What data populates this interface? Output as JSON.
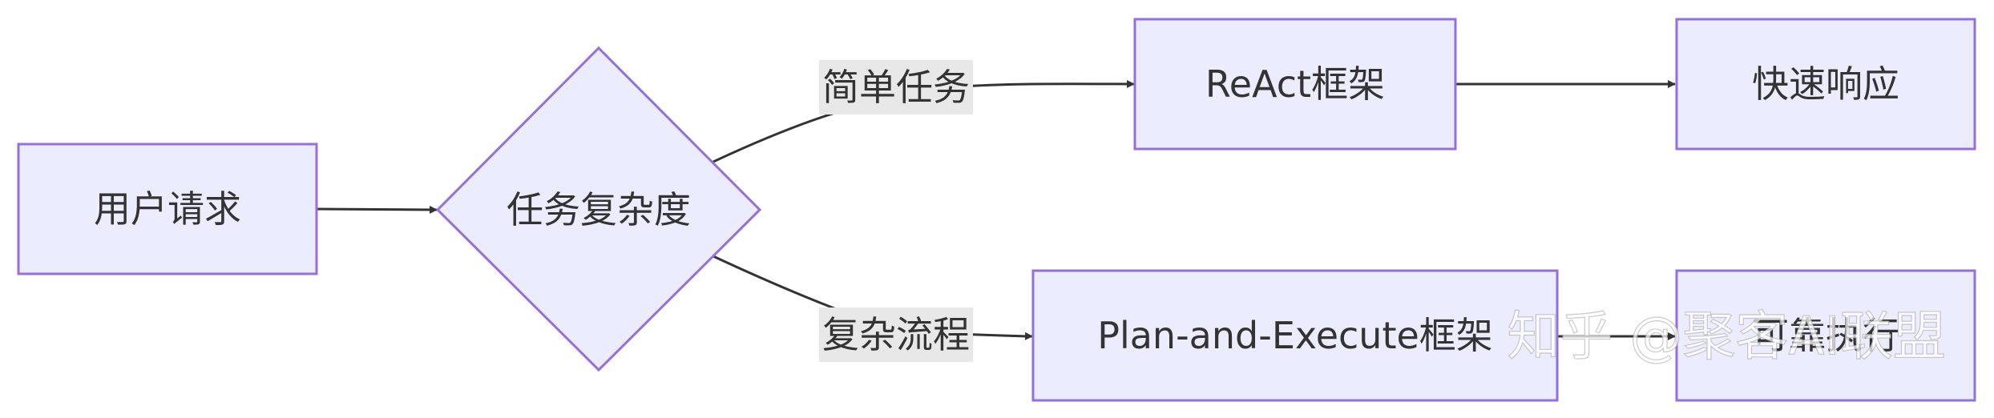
{
  "nodes": {
    "user_request": "用户请求",
    "task_complexity": "任务复杂度",
    "react": "ReAct框架",
    "fast_response": "快速响应",
    "plan_execute": "Plan-and-Execute框架",
    "reliable_execution": "可靠执行"
  },
  "edges": {
    "simple_task": "简单任务",
    "complex_flow": "复杂流程"
  },
  "watermark": "知乎 @聚客AI联盟",
  "colors": {
    "node_fill": "#ECECFF",
    "node_stroke": "#9370DB",
    "edge": "#333333",
    "label_bg": "#e8e8e8",
    "text": "#333333"
  }
}
